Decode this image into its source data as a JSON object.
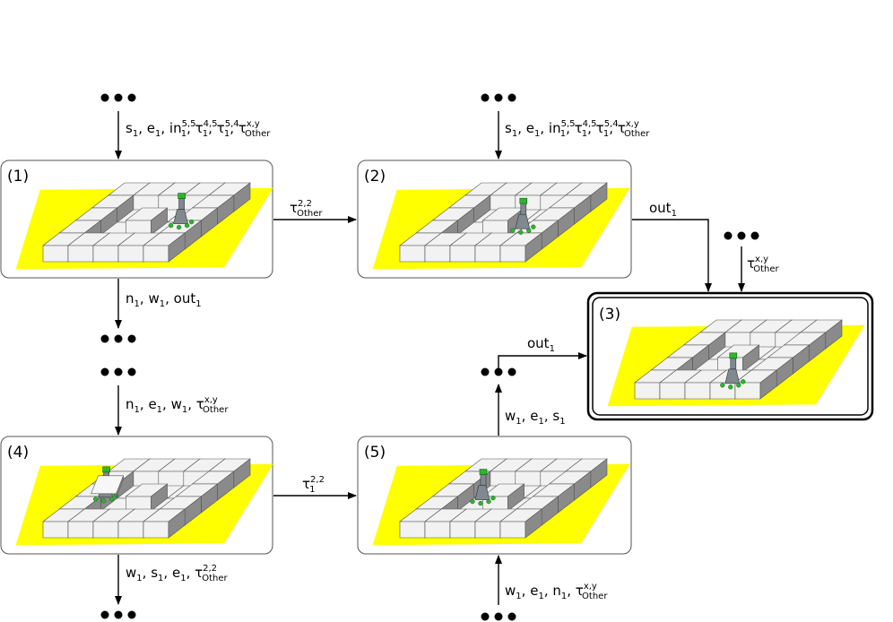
{
  "states": [
    {
      "id": "1",
      "label": "(1)"
    },
    {
      "id": "2",
      "label": "(2)"
    },
    {
      "id": "3",
      "label": "(3)",
      "accepting": true
    },
    {
      "id": "4",
      "label": "(4)"
    },
    {
      "id": "5",
      "label": "(5)"
    }
  ],
  "edges": {
    "in_1": {
      "base": "s",
      "sub": "1",
      "items": [
        [
          "s",
          "1",
          "",
          ""
        ],
        [
          "e",
          "1",
          "",
          ""
        ],
        [
          "in",
          "1",
          "5,5",
          ""
        ],
        [
          "τ",
          "1",
          "4,5",
          ""
        ],
        [
          "τ",
          "1",
          "5,4",
          ""
        ],
        [
          "τ",
          "Other",
          "x,y",
          ""
        ]
      ]
    },
    "in_2": {
      "items": [
        [
          "s",
          "1",
          "",
          ""
        ],
        [
          "e",
          "1",
          "",
          ""
        ],
        [
          "in",
          "1",
          "5,5",
          ""
        ],
        [
          "τ",
          "1",
          "4,5",
          ""
        ],
        [
          "τ",
          "1",
          "5,4",
          ""
        ],
        [
          "τ",
          "Other",
          "x,y",
          ""
        ]
      ]
    },
    "e_1_2": {
      "items": [
        [
          "τ",
          "Other",
          "2,2",
          ""
        ]
      ]
    },
    "e_2_3": {
      "items": [
        [
          "out",
          "1",
          "",
          ""
        ]
      ]
    },
    "in_3": {
      "items": [
        [
          "τ",
          "Other",
          "x,y",
          ""
        ]
      ]
    },
    "out_1": {
      "items": [
        [
          "n",
          "1",
          "",
          ""
        ],
        [
          "w",
          "1",
          "",
          ""
        ],
        [
          "out",
          "1",
          "",
          ""
        ]
      ]
    },
    "in_4": {
      "items": [
        [
          "n",
          "1",
          "",
          ""
        ],
        [
          "e",
          "1",
          "",
          ""
        ],
        [
          "w",
          "1",
          "",
          ""
        ],
        [
          "τ",
          "Other",
          "x,y",
          ""
        ]
      ]
    },
    "e_4_5": {
      "items": [
        [
          "τ",
          "1",
          "2,2",
          ""
        ]
      ]
    },
    "out_5": {
      "items": [
        [
          "w",
          "1",
          "",
          ""
        ],
        [
          "e",
          "1",
          "",
          ""
        ],
        [
          "s",
          "1",
          "",
          ""
        ]
      ]
    },
    "e_to_3": {
      "items": [
        [
          "out",
          "1",
          "",
          ""
        ]
      ]
    },
    "out_4": {
      "items": [
        [
          "w",
          "1",
          "",
          ""
        ],
        [
          "s",
          "1",
          "",
          ""
        ],
        [
          "e",
          "1",
          "",
          ""
        ],
        [
          "τ",
          "Other",
          "2,2",
          ""
        ]
      ]
    },
    "in_5": {
      "items": [
        [
          "w",
          "1",
          "",
          ""
        ],
        [
          "e",
          "1",
          "",
          ""
        ],
        [
          "n",
          "1",
          "",
          ""
        ],
        [
          "τ",
          "Other",
          "x,y",
          ""
        ]
      ]
    }
  },
  "colors": {
    "floor": "#ffff00",
    "block_top": "#f2f2f2",
    "block_side": "#8a8a8a",
    "robot": "#808890",
    "robot_accent": "#2db52d"
  }
}
